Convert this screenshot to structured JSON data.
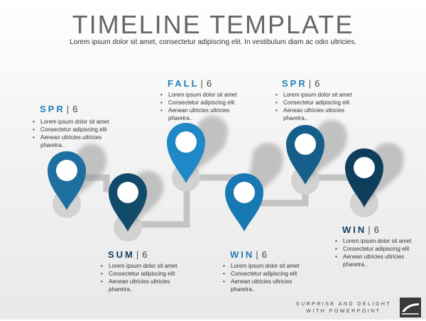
{
  "header": {
    "title": "TIMELINE TEMPLATE",
    "subtitle": "Lorem ipsum dolor sit amet, consectetur adipiscing elit. In vestibulum diam ac odio ultricies."
  },
  "colors": {
    "pin_1": "#1d6fa0",
    "pin_2": "#124a6a",
    "pin_3": "#1f88c6",
    "pin_4": "#1878b2",
    "pin_5": "#155f8a",
    "pin_6": "#0f3d5c",
    "connector": "#c4c4c4",
    "label_accent": "#1f7fb8",
    "label_dark": "#153e5c"
  },
  "milestones": [
    {
      "season": "SPR",
      "year": "6",
      "bullets": [
        "Lorem ipsum dolor sit amet",
        "Consectetur adipiscing elit",
        "Aenean ultricies ultricies pharetra.."
      ]
    },
    {
      "season": "SUM",
      "year": "6",
      "bullets": [
        "Lorem ipsum dolor sit amet",
        "Consectetur adipiscing elit",
        "Aenean ultricies ultricies pharetra.."
      ]
    },
    {
      "season": "FALL",
      "year": "6",
      "bullets": [
        "Lorem ipsum dolor sit amet",
        "Consectetur adipiscing elit",
        "Aenean ultricies ultricies pharetra.."
      ]
    },
    {
      "season": "WIN",
      "year": "6",
      "bullets": [
        "Lorem ipsum dolor sit amet",
        "Consectetur adipiscing elit",
        "Aenean ultricies ultricies pharetra.."
      ]
    },
    {
      "season": "SPR",
      "year": "6",
      "bullets": [
        "Lorem ipsum dolor sit amet",
        "Consectetur adipiscing elit",
        "Aenean ultricies ultricies pharetra.."
      ]
    },
    {
      "season": "WIN",
      "year": "6",
      "bullets": [
        "Lorem ipsum dolor sit amet",
        "Consectetur adipiscing elit",
        "Aenean ultricies ultricies pharetra.."
      ]
    }
  ],
  "footer": {
    "line1": "SURPRISE AND DELIGHT",
    "line2": "WITH POWERPOINT"
  }
}
